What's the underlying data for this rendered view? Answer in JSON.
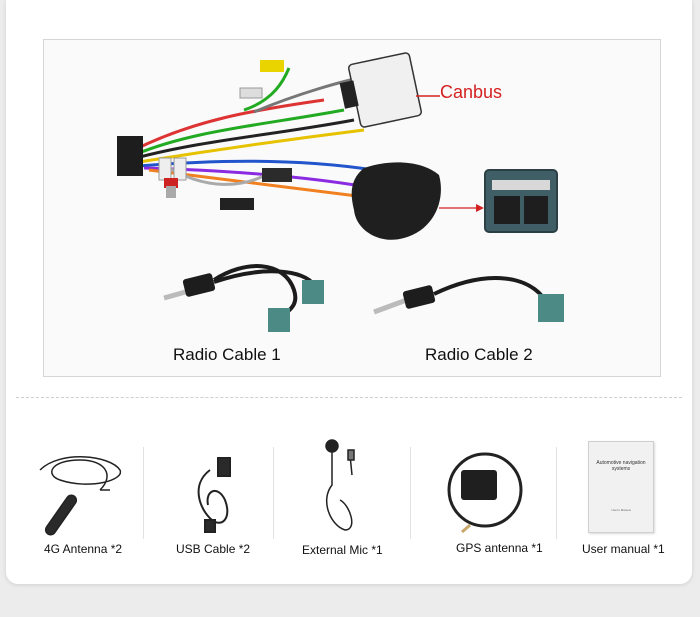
{
  "top": {
    "callout_canbus": "Canbus",
    "cable_labels": [
      "Radio Cable 1",
      "Radio Cable 2"
    ]
  },
  "accessories": [
    {
      "label": "4G Antenna *2"
    },
    {
      "label": "USB Cable *2"
    },
    {
      "label": "External Mic *1"
    },
    {
      "label": "GPS antenna *1"
    },
    {
      "label": "User manual *1"
    }
  ],
  "manual": {
    "title": "Automotive navigation systems",
    "subtitle": "User's Manual"
  },
  "colors": {
    "callout": "#d42222",
    "connector_teal": "#3f7f82",
    "foam": "#1f1f1f"
  }
}
